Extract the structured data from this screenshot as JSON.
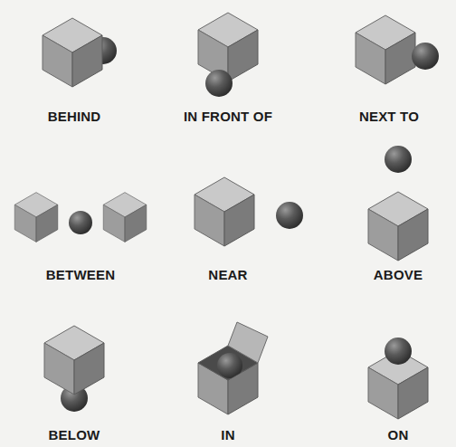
{
  "diagram": {
    "labels": [
      "BEHIND",
      "IN FRONT OF",
      "NEXT TO",
      "BETWEEN",
      "NEAR",
      "ABOVE",
      "BELOW",
      "IN",
      "ON"
    ]
  }
}
